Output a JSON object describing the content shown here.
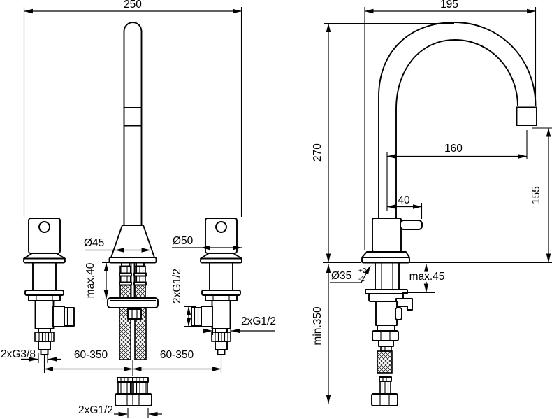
{
  "drawing_type": "faucet installation dimensional drawing",
  "colors": {
    "line": "#000000",
    "background": "#ffffff"
  },
  "front_view": {
    "width_overall": "250",
    "spout_base_dia": "Ø45",
    "deck_clamp_max": "max.40",
    "handle_base_dia": "Ø50",
    "side_outlet_thread": "2xG1/2",
    "inlet_thread": "2xG3/8",
    "hose_length_range_left": "60-350",
    "hose_length_range_right": "60-350",
    "valve_shank_thread": "2xG1/2",
    "bottom_hose_thread": "2xG1/2"
  },
  "side_view": {
    "depth_overall": "195",
    "height_above_deck": "270",
    "spout_reach": "160",
    "spout_clearance": "155",
    "lever_length": "40",
    "mounting_hole_dia": "Ø35",
    "hole_tol_plus": "+2",
    "hole_tol_minus": "-1",
    "clamp_thickness_max": "max.45",
    "hose_length_min": "min.350"
  }
}
